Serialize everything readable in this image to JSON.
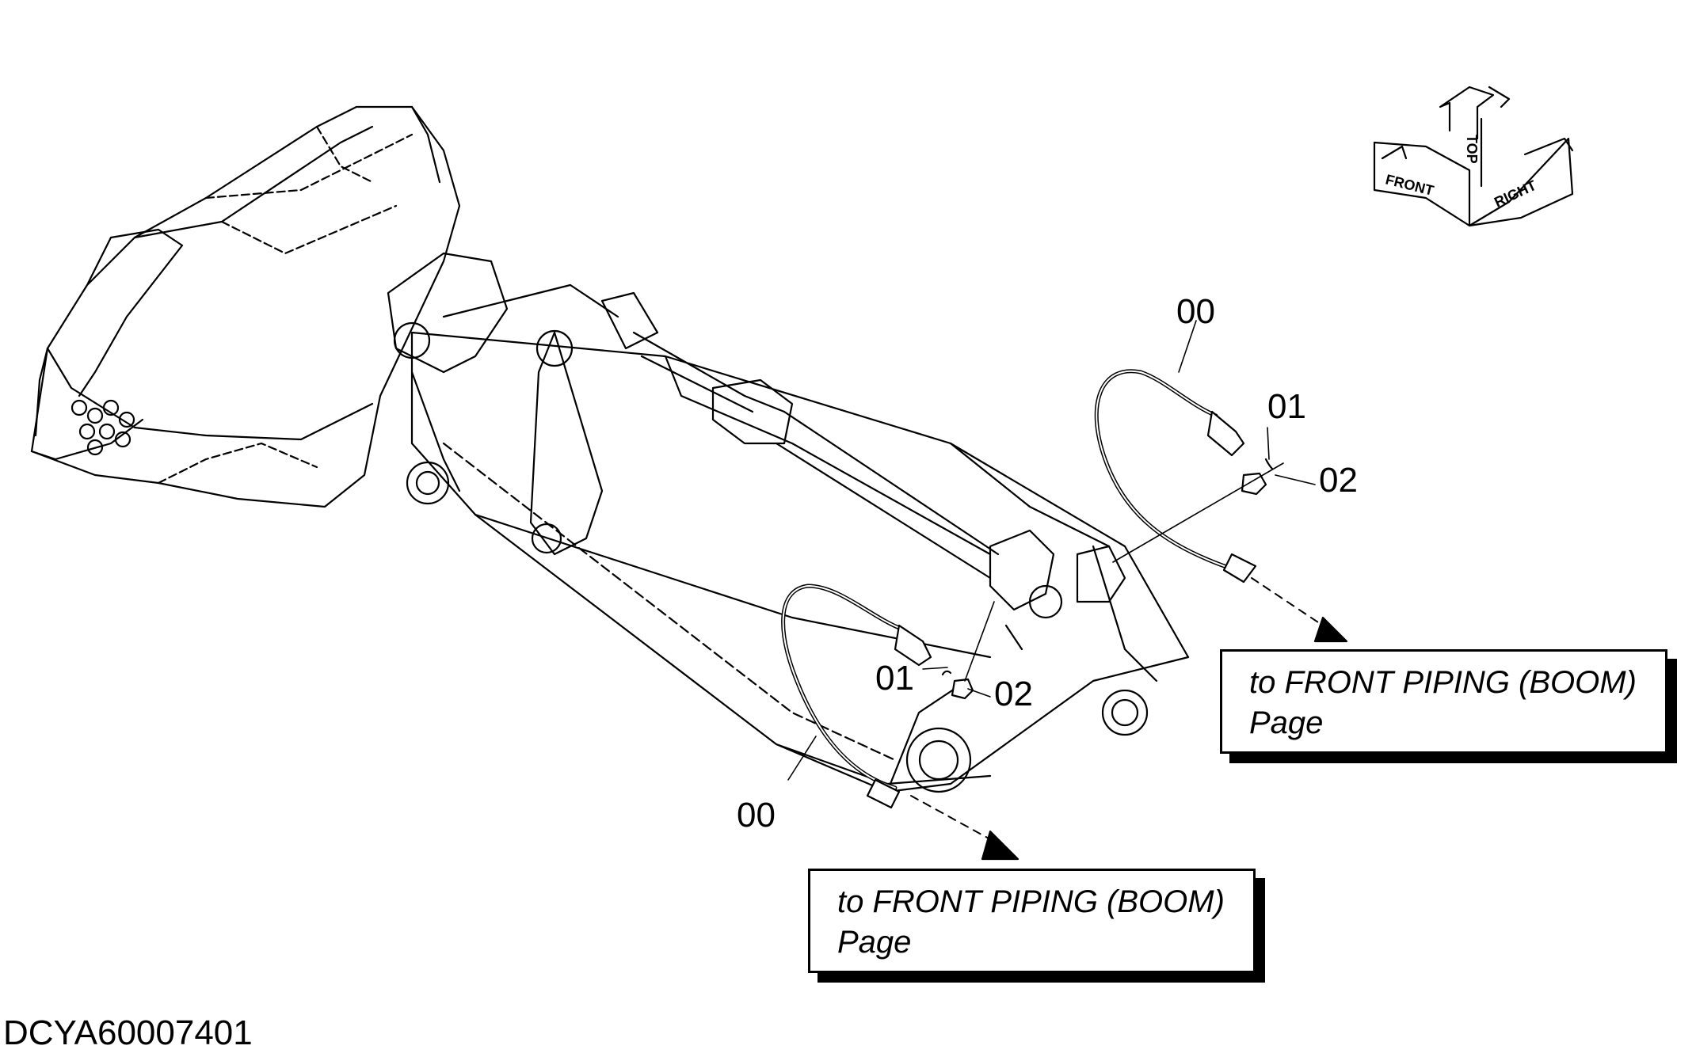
{
  "orientation_indicator": {
    "front": "FRONT",
    "top": "TOP",
    "right": "RIGHT"
  },
  "callouts": [
    {
      "id": "00"
    },
    {
      "id": "01"
    },
    {
      "id": "02"
    },
    {
      "id": "01"
    },
    {
      "id": "02"
    },
    {
      "id": "00"
    }
  ],
  "references": [
    {
      "line1": "to FRONT PIPING (BOOM)",
      "line2": "Page"
    },
    {
      "line1": "to FRONT PIPING (BOOM)",
      "line2": "Page"
    }
  ],
  "drawing_code": "DCYA60007401",
  "colors": {
    "line": "#000000",
    "background": "#ffffff"
  }
}
